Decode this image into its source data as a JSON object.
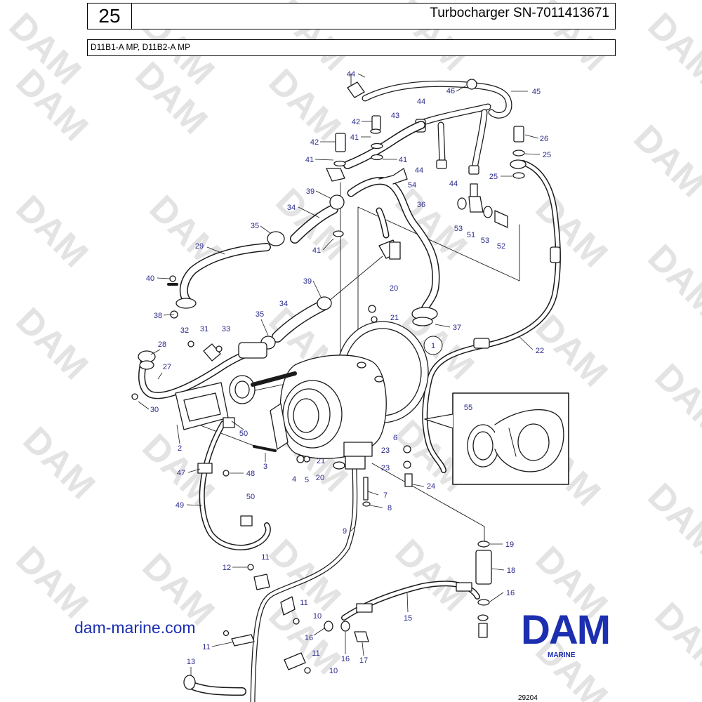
{
  "header": {
    "page_number": "25",
    "title": "Turbocharger SN-7011413671",
    "models": "D11B1-A MP, D11B2-A MP"
  },
  "watermark": "DAM",
  "callouts": {
    "c44a": "44",
    "c46": "46",
    "c45": "45",
    "c42a": "42",
    "c43": "43",
    "c44b": "44",
    "c41a": "41",
    "c42b": "42",
    "c41b": "41",
    "c41c": "41",
    "c26": "26",
    "c25a": "25",
    "c44c": "44",
    "c44d": "44",
    "c25b": "25",
    "c39a": "39",
    "c54": "54",
    "c36": "36",
    "c34a": "34",
    "c53a": "53",
    "c51": "51",
    "c53b": "53",
    "c52": "52",
    "c35a": "35",
    "c41d": "41",
    "c29": "29",
    "c40": "40",
    "c39b": "39",
    "c20a": "20",
    "c34b": "34",
    "c38": "38",
    "c35b": "35",
    "c21a": "21",
    "c37": "37",
    "c32": "32",
    "c31": "31",
    "c33": "33",
    "c1": "1",
    "c22": "22",
    "c28": "28",
    "c27": "27",
    "c30": "30",
    "c55": "55",
    "c50a": "50",
    "c2": "2",
    "c6": "6",
    "c23a": "23",
    "c3": "3",
    "c21b": "21",
    "c23b": "23",
    "c47": "47",
    "c48": "48",
    "c4": "4",
    "c5": "5",
    "c20b": "20",
    "c24": "24",
    "c7": "7",
    "c8": "8",
    "c49": "49",
    "c50b": "50",
    "c9": "9",
    "c19": "19",
    "c12": "12",
    "c11a": "11",
    "c18": "18",
    "c16a": "16",
    "c11b": "11",
    "c15": "15",
    "c10a": "10",
    "c16b": "16",
    "c16c": "16",
    "c17": "17",
    "c11c": "11",
    "c11d": "11",
    "c13": "13",
    "c10b": "10"
  },
  "footer": {
    "site_url": "dam-marine.com",
    "brand": "DAM",
    "brand_sub": "MARINE",
    "ref_number": "29204"
  },
  "colors": {
    "callout_text": "#2a2a8c",
    "brand_blue": "#1c2fb0",
    "watermark_grey": "#e3e3e3",
    "line": "#1a1a1a"
  }
}
